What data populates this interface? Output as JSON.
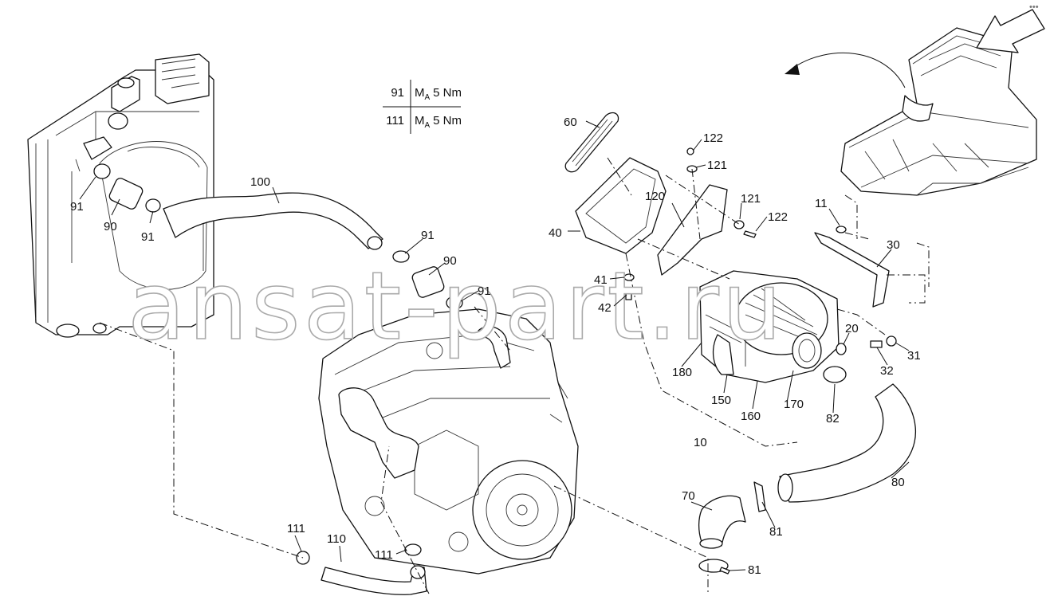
{
  "torque_table": {
    "rows": [
      {
        "item": "91",
        "symbol": "M",
        "subscript": "A",
        "value": "5 Nm"
      },
      {
        "item": "111",
        "symbol": "M",
        "subscript": "A",
        "value": "5 Nm"
      }
    ]
  },
  "callouts": {
    "c100": "100",
    "c91a": "91",
    "c90a": "90",
    "c91b": "91",
    "c91c": "91",
    "c90b": "90",
    "c91d": "91",
    "c60": "60",
    "c40": "40",
    "c122a": "122",
    "c121a": "121",
    "c121b": "121",
    "c122b": "122",
    "c120": "120",
    "c41": "41",
    "c42": "42",
    "c11": "11",
    "c30": "30",
    "c20": "20",
    "c31": "31",
    "c32": "32",
    "c180": "180",
    "c150": "150",
    "c160": "160",
    "c170": "170",
    "c82": "82",
    "c10": "10",
    "c80": "80",
    "c70": "70",
    "c81a": "81",
    "c81b": "81",
    "c111a": "111",
    "c110": "110",
    "c111b": "111"
  },
  "watermark": "ansat-part.ru",
  "corner_menu": "•••",
  "icons": {
    "arrow": "curved-direction-arrow-icon",
    "pointer": "location-pointer-arrow-icon"
  }
}
